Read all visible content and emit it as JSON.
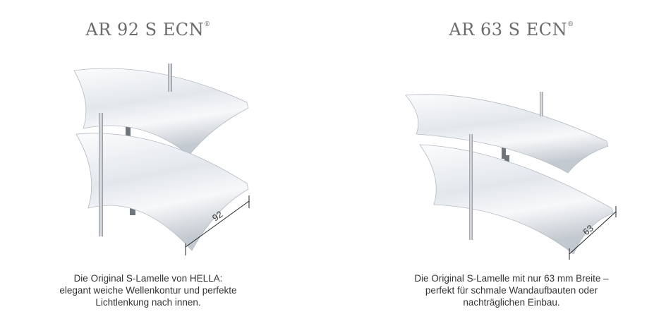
{
  "products": [
    {
      "name": "AR 92 S ECN",
      "trademark": "®",
      "dimension_label": "92",
      "description": [
        "Die Original S-Lamelle von HELLA:",
        "elegant weiche Wellenkontur und perfekte",
        "Lichtlenkung nach innen."
      ]
    },
    {
      "name": "AR 63 S ECN",
      "trademark": "®",
      "dimension_label": "63",
      "description": [
        "Die Original S-Lamelle mit nur 63 mm Breite –",
        "perfekt für schmale Wandaufbauten oder",
        "nachträglichen Einbau."
      ]
    }
  ],
  "colors": {
    "title": "#6b6b6b",
    "text": "#333333",
    "slat_light": "#f4f6f9",
    "slat_dark": "#bfc5cd"
  }
}
